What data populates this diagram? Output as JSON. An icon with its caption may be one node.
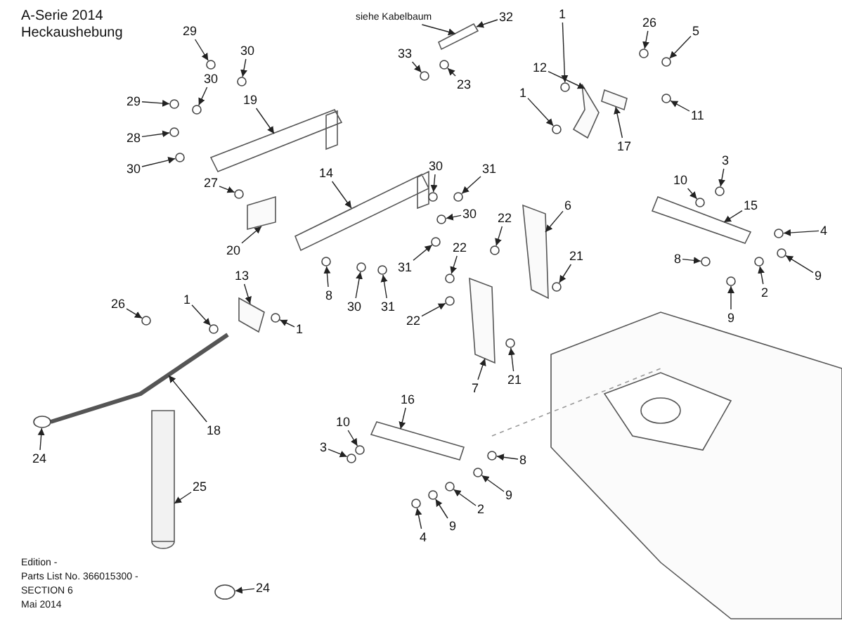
{
  "diagram": {
    "title": "A-Serie 2014",
    "nodes": [
      {
        "text": [
          "29"
        ]
      },
      {
        "text": [
          "30"
        ]
      },
      {
        "text": [
          "siehe Kabelbaum"
        ]
      },
      {
        "text": [
          "32"
        ]
      },
      {
        "text": [
          "33"
        ]
      },
      {
        "text": [
          "23"
        ]
      },
      {
        "text": [
          "1"
        ]
      },
      {
        "text": [
          "26"
        ]
      },
      {
        "text": [
          "5"
        ]
      },
      {
        "text": [
          "12"
        ]
      },
      {
        "text": [
          "1"
        ]
      },
      {
        "text": [
          "17"
        ]
      },
      {
        "text": [
          "11"
        ]
      },
      {
        "text": [
          "29"
        ]
      },
      {
        "text": [
          "30"
        ]
      },
      {
        "text": [
          "28"
        ]
      },
      {
        "text": [
          "19"
        ]
      },
      {
        "text": [
          "30"
        ]
      },
      {
        "text": [
          "14"
        ]
      },
      {
        "text": [
          "30"
        ]
      },
      {
        "text": [
          "31"
        ]
      },
      {
        "text": [
          "30"
        ]
      },
      {
        "text": [
          "31"
        ]
      },
      {
        "text": [
          "27"
        ]
      },
      {
        "text": [
          "20"
        ]
      },
      {
        "text": [
          "8"
        ]
      },
      {
        "text": [
          "30"
        ]
      },
      {
        "text": [
          "31"
        ]
      },
      {
        "text": [
          "22"
        ]
      },
      {
        "text": [
          "6"
        ]
      },
      {
        "text": [
          "21"
        ]
      },
      {
        "text": [
          "22"
        ]
      },
      {
        "text": [
          "22"
        ]
      },
      {
        "text": [
          "7"
        ]
      },
      {
        "text": [
          "21"
        ]
      },
      {
        "text": [
          "10"
        ]
      },
      {
        "text": [
          "3"
        ]
      },
      {
        "text": [
          "15"
        ]
      },
      {
        "text": [
          "4"
        ]
      },
      {
        "text": [
          "8"
        ]
      },
      {
        "text": [
          "9"
        ]
      },
      {
        "text": [
          "2"
        ]
      },
      {
        "text": [
          "9"
        ]
      },
      {
        "text": [
          "1"
        ]
      },
      {
        "text": [
          "13"
        ]
      },
      {
        "text": [
          "1"
        ]
      },
      {
        "text": [
          "26"
        ]
      },
      {
        "text": [
          "18"
        ]
      },
      {
        "text": [
          "24"
        ]
      },
      {
        "text": [
          "10"
        ]
      },
      {
        "text": [
          "16"
        ]
      },
      {
        "text": [
          "3"
        ]
      },
      {
        "text": [
          "8"
        ]
      },
      {
        "text": [
          "9"
        ]
      },
      {
        "text": [
          "2"
        ]
      },
      {
        "text": [
          "4"
        ]
      },
      {
        "text": [
          "9"
        ]
      },
      {
        "text": [
          "25"
        ]
      },
      {
        "text": [
          "24"
        ]
      },
      {
        "text": [],
        "shape": "circle"
      },
      {
        "text": [],
        "shape": "circle"
      },
      {
        "text": [],
        "shape": "bar"
      },
      {
        "text": [],
        "shape": "circle"
      },
      {
        "text": [],
        "shape": "circle"
      },
      {
        "text": [],
        "shape": "circle"
      },
      {
        "text": [],
        "shape": "circle"
      },
      {
        "text": [],
        "shape": "circle"
      },
      {
        "text": [],
        "shape": "box"
      },
      {
        "text": [],
        "shape": "circle"
      },
      {
        "text": [],
        "shape": "box"
      },
      {
        "text": [],
        "shape": "circle"
      },
      {
        "text": [],
        "shape": "circle"
      },
      {
        "text": [],
        "shape": "circle"
      },
      {
        "text": [],
        "shape": "circle"
      },
      {
        "text": [],
        "shape": "bar"
      },
      {
        "text": [],
        "shape": "circle"
      },
      {
        "text": [],
        "shape": "bar"
      },
      {
        "text": [],
        "shape": "circle"
      },
      {
        "text": [],
        "shape": "circle"
      },
      {
        "text": [],
        "shape": "circle"
      },
      {
        "text": [],
        "shape": "circle"
      },
      {
        "text": [],
        "shape": "circle"
      },
      {
        "text": [],
        "shape": "box"
      },
      {
        "text": [],
        "shape": "circle"
      },
      {
        "text": [],
        "shape": "circle"
      },
      {
        "text": [],
        "shape": "circle"
      },
      {
        "text": [],
        "shape": "circle"
      },
      {
        "text": [],
        "shape": "box"
      },
      {
        "text": [],
        "shape": "circle"
      },
      {
        "text": [],
        "shape": "circle"
      },
      {
        "text": [],
        "shape": "circle"
      },
      {
        "text": [],
        "shape": "box"
      },
      {
        "text": [],
        "shape": "circle"
      },
      {
        "text": [],
        "shape": "circle"
      },
      {
        "text": [],
        "shape": "circle"
      },
      {
        "text": [],
        "shape": "bar"
      },
      {
        "text": [],
        "shape": "circle"
      },
      {
        "text": [],
        "shape": "circle"
      },
      {
        "text": [],
        "shape": "circle"
      },
      {
        "text": [],
        "shape": "circle"
      },
      {
        "text": [],
        "shape": "circle"
      },
      {
        "text": [],
        "shape": "circle"
      },
      {
        "text": [],
        "shape": "box"
      },
      {
        "text": [],
        "shape": "circle"
      },
      {
        "text": [],
        "shape": "circle"
      },
      {
        "text": [],
        "shape": "bar"
      },
      {
        "text": [],
        "shape": "circle"
      },
      {
        "text": [],
        "shape": "circle"
      },
      {
        "text": [],
        "shape": "bar"
      },
      {
        "text": [],
        "shape": "circle"
      },
      {
        "text": [],
        "shape": "circle"
      },
      {
        "text": [],
        "shape": "circle"
      },
      {
        "text": [],
        "shape": "circle"
      },
      {
        "text": [],
        "shape": "circle"
      },
      {
        "text": [],
        "shape": "circle"
      },
      {
        "text": [],
        "shape": "cylinder"
      },
      {
        "text": [],
        "shape": "circle"
      }
    ],
    "edges": [
      {
        "from": 0,
        "to": 59,
        "arrow": "to"
      },
      {
        "from": 1,
        "to": 60,
        "arrow": "to"
      },
      {
        "from": 2,
        "to": 61,
        "arrow": "to"
      },
      {
        "from": 3,
        "to": 61,
        "arrow": "to"
      },
      {
        "from": 4,
        "to": 62,
        "arrow": "to"
      },
      {
        "from": 5,
        "to": 63,
        "arrow": "to"
      },
      {
        "from": 6,
        "to": 64,
        "arrow": "to"
      },
      {
        "from": 7,
        "to": 65,
        "arrow": "to"
      },
      {
        "from": 8,
        "to": 66,
        "arrow": "to"
      },
      {
        "from": 9,
        "to": 67,
        "arrow": "to"
      },
      {
        "from": 10,
        "to": 68,
        "arrow": "to"
      },
      {
        "from": 11,
        "to": 69,
        "arrow": "to"
      },
      {
        "from": 12,
        "to": 70,
        "arrow": "to"
      },
      {
        "from": 13,
        "to": 71,
        "arrow": "to"
      },
      {
        "from": 14,
        "to": 72,
        "arrow": "to"
      },
      {
        "from": 15,
        "to": 73,
        "arrow": "to"
      },
      {
        "from": 16,
        "to": 74,
        "arrow": "to"
      },
      {
        "from": 17,
        "to": 75,
        "arrow": "to"
      },
      {
        "from": 18,
        "to": 76,
        "arrow": "to"
      },
      {
        "from": 19,
        "to": 77,
        "arrow": "to"
      },
      {
        "from": 20,
        "to": 78,
        "arrow": "to"
      },
      {
        "from": 21,
        "to": 79,
        "arrow": "to"
      },
      {
        "from": 22,
        "to": 80,
        "arrow": "to"
      },
      {
        "from": 23,
        "to": 81,
        "arrow": "to"
      },
      {
        "from": 24,
        "to": 82,
        "arrow": "to"
      },
      {
        "from": 25,
        "to": 83,
        "arrow": "to"
      },
      {
        "from": 26,
        "to": 84,
        "arrow": "to"
      },
      {
        "from": 27,
        "to": 85,
        "arrow": "to"
      },
      {
        "from": 28,
        "to": 86,
        "arrow": "to"
      },
      {
        "from": 29,
        "to": 87,
        "arrow": "to"
      },
      {
        "from": 30,
        "to": 88,
        "arrow": "to"
      },
      {
        "from": 31,
        "to": 89,
        "arrow": "to"
      },
      {
        "from": 32,
        "to": 90,
        "arrow": "to"
      },
      {
        "from": 33,
        "to": 91,
        "arrow": "to"
      },
      {
        "from": 34,
        "to": 92,
        "arrow": "to"
      },
      {
        "from": 35,
        "to": 93,
        "arrow": "to"
      },
      {
        "from": 36,
        "to": 94,
        "arrow": "to"
      },
      {
        "from": 37,
        "to": 95,
        "arrow": "to"
      },
      {
        "from": 38,
        "to": 96,
        "arrow": "to"
      },
      {
        "from": 39,
        "to": 97,
        "arrow": "to"
      },
      {
        "from": 40,
        "to": 98,
        "arrow": "to"
      },
      {
        "from": 41,
        "to": 99,
        "arrow": "to"
      },
      {
        "from": 42,
        "to": 100,
        "arrow": "to"
      },
      {
        "from": 43,
        "to": 101,
        "arrow": "to"
      },
      {
        "from": 44,
        "to": 102,
        "arrow": "to"
      },
      {
        "from": 45,
        "to": 103,
        "arrow": "to"
      },
      {
        "from": 46,
        "to": 104,
        "arrow": "to"
      },
      {
        "from": 47,
        "to": 105,
        "arrow": "to"
      },
      {
        "from": 48,
        "to": 106,
        "arrow": "to"
      },
      {
        "from": 49,
        "to": 107,
        "arrow": "to"
      },
      {
        "from": 50,
        "to": 108,
        "arrow": "to"
      },
      {
        "from": 51,
        "to": 109,
        "arrow": "to"
      },
      {
        "from": 52,
        "to": 110,
        "arrow": "to"
      },
      {
        "from": 53,
        "to": 111,
        "arrow": "to"
      },
      {
        "from": 54,
        "to": 112,
        "arrow": "to"
      },
      {
        "from": 55,
        "to": 113,
        "arrow": "to"
      },
      {
        "from": 56,
        "to": 114,
        "arrow": "to"
      },
      {
        "from": 57,
        "to": 115,
        "arrow": "to"
      },
      {
        "from": 58,
        "to": 116,
        "arrow": "to"
      }
    ],
    "labels": [
      "Heckaushebung",
      "Edition -",
      "Parts List No. 366015300 -",
      "SECTION 6",
      "Mai 2014"
    ]
  }
}
